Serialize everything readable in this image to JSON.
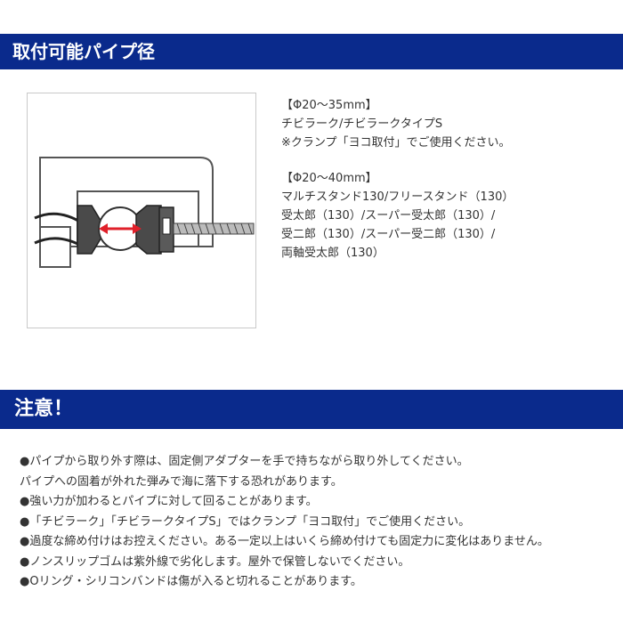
{
  "section1": {
    "title": "取付可能パイプ径",
    "spec_lines": [
      "【Φ20～35mm】",
      "チビラーク/チビラークタイプS",
      "※クランプ「ヨコ取付」でご使用ください。",
      "",
      "【Φ20～40mm】",
      "マルチスタンド130/フリースタンド（130）",
      "受太郎（130）/スーパー受太郎（130）/",
      "受二郎（130）/スーパー受二郎（130）/",
      "両軸受太郎（130）"
    ]
  },
  "section2": {
    "title": "注意！",
    "notes": [
      "●パイプから取り外す際は、固定側アダプターを手で持ちながら取り外してください。",
      "パイプへの固着が外れた弾みで海に落下する恐れがあります。",
      "●強い力が加わるとパイプに対して回ることがあります。",
      "●「チビラーク」「チビラークタイプS」ではクランプ「ヨコ取付」でご使用ください。",
      "●過度な締め付けはお控えください。ある一定以上はいくら締め付けても固定力に変化はありません。",
      "●ノンスリップゴムは紫外線で劣化します。屋外で保管しないでください。",
      "●Oリング・シリコンバンドは傷が入ると切れることがあります。"
    ]
  },
  "colors": {
    "banner": "#0a2a8c",
    "arrow": "#e0202a"
  }
}
